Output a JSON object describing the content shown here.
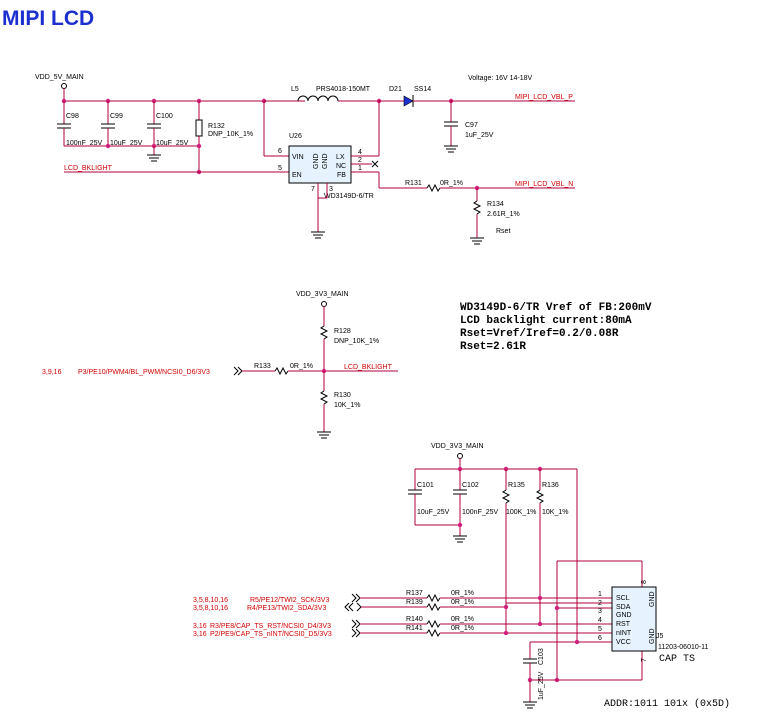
{
  "title": "MIPI LCD",
  "nets": {
    "vdd5v": "VDD_5V_MAIN",
    "vdd3v3": "VDD_3V3_MAIN",
    "lcd_bklight": "LCD_BKLIGHT",
    "vbl_p": "MIPI_LCD_VBL_P",
    "vbl_n": "MIPI_LCD_VBL_N",
    "rset": "Rset"
  },
  "note_voltage": "Voltage: 16V   14-18V",
  "inductor": {
    "ref": "L5",
    "value": "PRS4018-150MT"
  },
  "diode": {
    "ref": "D21",
    "value": "SS14"
  },
  "caps": {
    "c98": {
      "ref": "C98",
      "value": "100nF_25V"
    },
    "c99": {
      "ref": "C99",
      "value": "10uF_25V"
    },
    "c100": {
      "ref": "C100",
      "value": "10uF_25V"
    },
    "c97": {
      "ref": "C97",
      "value": "1uF_25V"
    },
    "c101": {
      "ref": "C101",
      "value": "10uF_25V"
    },
    "c102": {
      "ref": "C102",
      "value": "100nF_25V"
    },
    "c103": {
      "ref": "C103",
      "value": "1uF_25V"
    }
  },
  "resistors": {
    "r132": {
      "ref": "R132",
      "value": "DNP_10K_1%"
    },
    "r131": {
      "ref": "R131",
      "value": "0R_1%"
    },
    "r134": {
      "ref": "R134",
      "value": "2.61R_1%"
    },
    "r128": {
      "ref": "R128",
      "value": "DNP_10K_1%"
    },
    "r133": {
      "ref": "R133",
      "value": "0R_1%"
    },
    "r130": {
      "ref": "R130",
      "value": "10K_1%"
    },
    "r135": {
      "ref": "R135",
      "value": "100K_1%"
    },
    "r136": {
      "ref": "R136",
      "value": "10K_1%"
    },
    "r137": {
      "ref": "R137",
      "value": "0R_1%"
    },
    "r139": {
      "ref": "R139",
      "value": "0R_1%"
    },
    "r140": {
      "ref": "R140",
      "value": "0R_1%"
    },
    "r141": {
      "ref": "R141",
      "value": "0R_1%"
    }
  },
  "u26": {
    "ref": "U26",
    "part": "WD3149D-6/TR",
    "pins": {
      "vin": "VIN",
      "en": "EN",
      "lx": "LX",
      "nc": "NC",
      "fb": "FB",
      "gnd1": "GND",
      "gnd2": "GND"
    },
    "pin_numbers": {
      "vin": "6",
      "en": "5",
      "lx": "4",
      "nc": "2",
      "fb": "1",
      "gnd1": "7",
      "gnd2": "3"
    }
  },
  "calc_notes": [
    "WD3149D-6/TR Vref of FB:200mV",
    "LCD backlight current:80mA",
    "Rset=Vref/Iref=0.2/0.08R",
    "Rset=2.61R"
  ],
  "pwm_input": {
    "sheets": "3,9,16",
    "net": "P3/PE10/PWM4/BL_PWM/NCSI0_D6/3V3"
  },
  "ts_signals": [
    {
      "sheets": "3,5,8,10,16",
      "net": "R5/PE12/TWI2_SCK/3V3"
    },
    {
      "sheets": "3,5,8,10,16",
      "net": "R4/PE13/TWI2_SDA/3V3"
    },
    {
      "sheets": "3,16",
      "net": "R3/PE8/CAP_TS_RST/NCSI0_D4/3V3"
    },
    {
      "sheets": "3,16",
      "net": "P2/PE9/CAP_TS_nINT/NCSI0_D5/3V3"
    }
  ],
  "j5": {
    "ref": "J5",
    "part": "11203-06010-11",
    "label": "CAP TS",
    "pins": [
      "SCL",
      "SDA",
      "GND",
      "RST",
      "nINT",
      "VCC"
    ],
    "pin_numbers": [
      "1",
      "2",
      "3",
      "4",
      "5",
      "6"
    ],
    "gnd_label": "GND",
    "gnd_pins": [
      "8",
      "7"
    ]
  },
  "addr_note": "ADDR:1011 101x (0x5D)"
}
